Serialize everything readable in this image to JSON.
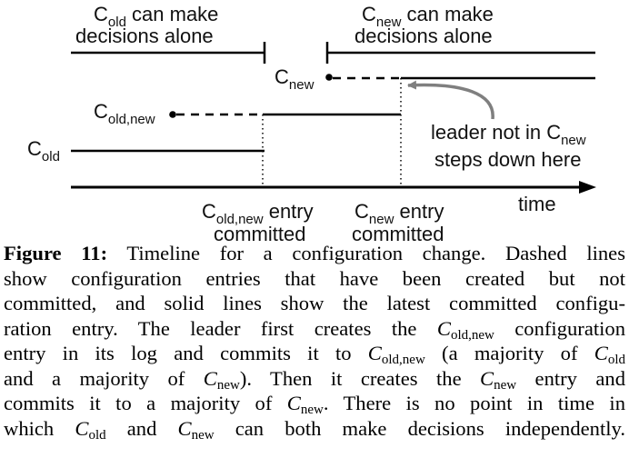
{
  "figure": {
    "top_left": {
      "line1_main": "C",
      "line1_sub": "old",
      "line1_rest": " can make",
      "line2": "decisions alone"
    },
    "top_right": {
      "line1_main": "C",
      "line1_sub": "new",
      "line1_rest": " can make",
      "line2": "decisions alone"
    },
    "cnew_label": {
      "main": "C",
      "sub": "new"
    },
    "coldnew_label": {
      "main": "C",
      "sub": "old,new"
    },
    "cold_label": {
      "main": "C",
      "sub": "old"
    },
    "annotation": {
      "line1_text": "leader not in C",
      "line1_sub": "new",
      "line2": "steps down here"
    },
    "time_label": "time",
    "commit1": {
      "main": "C",
      "sub": "old,new",
      "rest": " entry",
      "line2": "committed"
    },
    "commit2": {
      "main": "C",
      "sub": "new",
      "rest": " entry",
      "line2": "committed"
    },
    "colors": {
      "ink": "#000000",
      "annotation_arrow": "#7f7f7f"
    }
  },
  "caption": {
    "label": "Figure 11:",
    "l1": " Timeline for a configuration change. Dashed lines",
    "l2": "show configuration entries that have been created but not",
    "l3": "committed, and solid lines show the latest committed configu-",
    "l4a": "ration entry. The leader first creates the ",
    "l4_var": "C",
    "l4_sub": "old,new",
    "l4b": " configuration",
    "l5a": "entry in its log and commits it to ",
    "l5_var1": "C",
    "l5_sub1": "old,new",
    "l5b": " (a majority of ",
    "l5_var2": "C",
    "l5_sub2": "old",
    "l6a": "and a majority of ",
    "l6_var1": "C",
    "l6_sub1": "new",
    "l6b": "). Then it creates the ",
    "l6_var2": "C",
    "l6_sub2": "new",
    "l6c": " entry and",
    "l7a": "commits it to a majority of ",
    "l7_var": "C",
    "l7_sub": "new",
    "l7b": ". There is no point in time in",
    "l8a": "which ",
    "l8_var1": "C",
    "l8_sub1": "old",
    "l8b": " and ",
    "l8_var2": "C",
    "l8_sub2": "new",
    "l8c": " can both make decisions independently."
  }
}
